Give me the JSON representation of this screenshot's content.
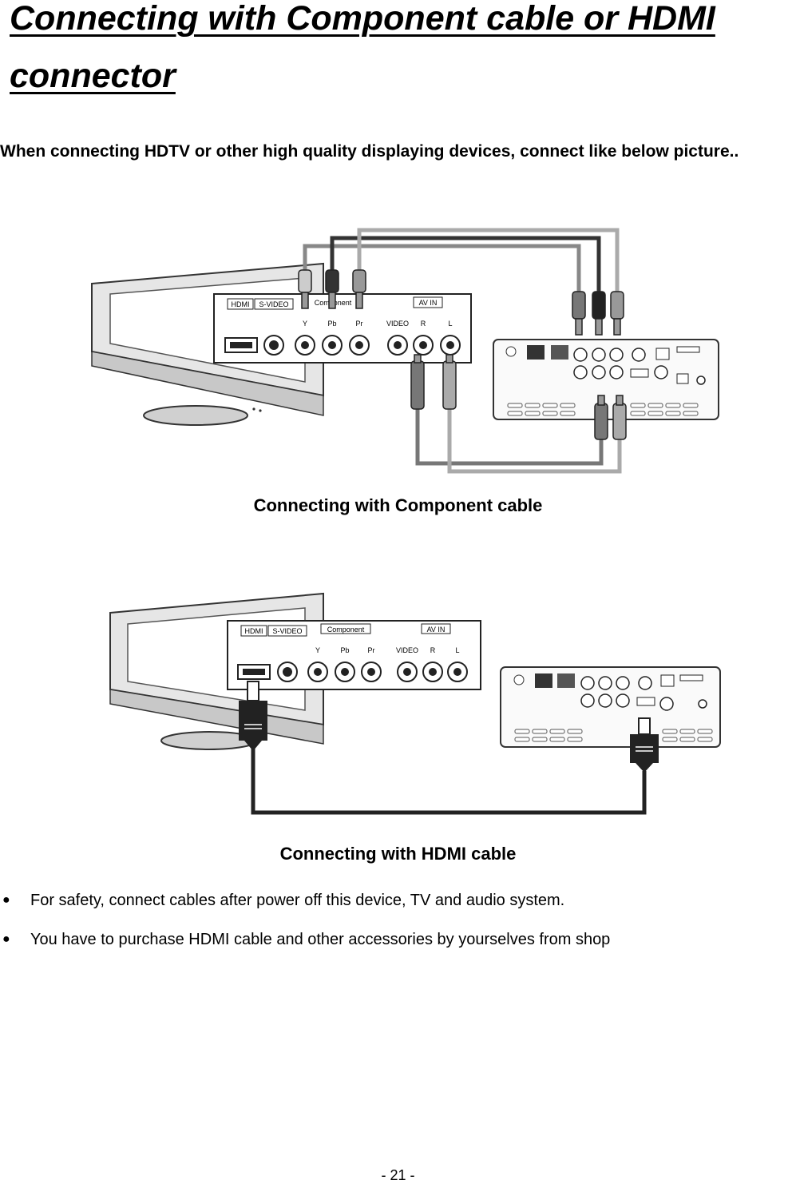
{
  "heading": {
    "line1": "Connecting with Component cable or HDMI ",
    "line2": "connector"
  },
  "intro": "When connecting HDTV or other high quality displaying devices, connect like below picture..",
  "tv_panel": {
    "hdmi": "HDMI",
    "svideo": "S-VIDEO",
    "component": "Component",
    "av_in": "AV IN",
    "y": "Y",
    "pb": "Pb",
    "pr": "Pr",
    "video": "VIDEO",
    "r": "R",
    "l": "L"
  },
  "figure1": {
    "caption": "Connecting with Component cable"
  },
  "figure2": {
    "caption": "Connecting with HDMI cable"
  },
  "notes": [
    "For safety, connect cables after power off this device, TV and audio system.",
    "You have to purchase HDMI cable and other accessories by yourselves from shop"
  ],
  "page_number": "- 21 -"
}
